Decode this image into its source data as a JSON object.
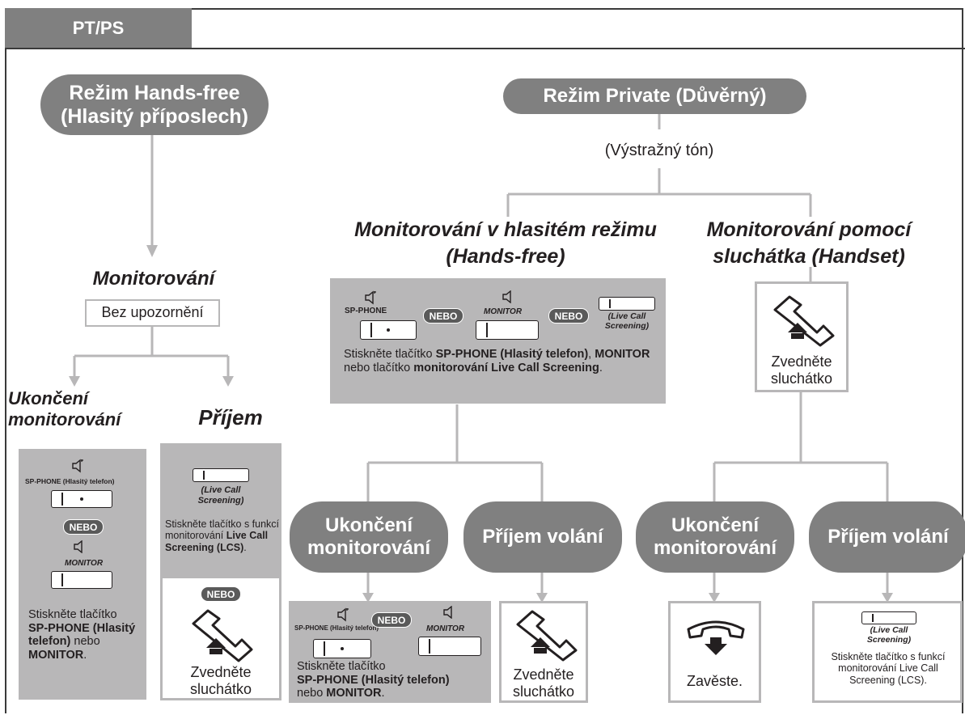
{
  "tab": "PT/PS",
  "left": {
    "mode_title": "Režim Hands-free (Hlasitý příposlech)",
    "monitor_title": "Monitorování",
    "no_alert": "Bez upozornění",
    "end_title": "Ukončení monitorování",
    "receive_title": "Příjem",
    "end_box": {
      "sp_phone_label": "SP-PHONE (Hlasitý telefon)",
      "nebo": "NEBO",
      "monitor_label": "MONITOR",
      "desc_1": "Stiskněte tlačítko",
      "desc_2": "SP-PHONE (Hlasitý telefon)",
      "desc_3": "nebo",
      "desc_4": "MONITOR",
      "desc_5": "."
    },
    "receive_box": {
      "lcs_label": "(Live Call Screening)",
      "desc_1": "Stiskněte tlačítko s funkcí monitorování",
      "desc_2": "Live Call Screening (LCS)",
      "desc_3": ".",
      "nebo": "NEBO",
      "lift": "Zvedněte sluchátko"
    }
  },
  "right": {
    "mode_title": "Režim Private (Důvěrný)",
    "warning": "(Výstražný tón)",
    "handsfree_title": "Monitorování v hlasitém režimu (Hands-free)",
    "handset_title": "Monitorování pomocí sluchátka (Handset)",
    "press_box": {
      "sp_phone_label": "SP-PHONE",
      "nebo1": "NEBO",
      "monitor_label": "MONITOR",
      "nebo2": "NEBO",
      "lcs_label": "(Live Call Screening)",
      "desc_1": "Stiskněte tlačítko",
      "desc_2": "SP-PHONE (Hlasitý telefon)",
      "desc_3": ",",
      "desc_4": "MONITOR",
      "desc_5": "nebo tlačítko",
      "desc_6": "monitorování Live Call Screening",
      "desc_7": "."
    },
    "lift_box": "Zvedněte sluchátko",
    "end1_title": "Ukončení monitorování",
    "recv1_title": "Příjem volání",
    "end2_title": "Ukončení monitorování",
    "recv2_title": "Příjem volání",
    "end1_box": {
      "sp_phone_label": "SP-PHONE (Hlasitý telefon)",
      "nebo": "NEBO",
      "monitor_label": "MONITOR",
      "desc_1": "Stiskněte tlačítko",
      "desc_2": "SP-PHONE (Hlasitý telefon)",
      "desc_3": "nebo",
      "desc_4": "MONITOR",
      "desc_5": "."
    },
    "recv1_box": "Zvedněte sluchátko",
    "end2_box": "Zavěste.",
    "recv2_box": {
      "lcs_label": "(Live Call Screening)",
      "desc": "Stiskněte tlačítko s funkcí monitorování Live Call Screening (LCS)."
    }
  },
  "colors": {
    "pill": "#808080",
    "box": "#b8b7b8",
    "line": "#b8b7b8",
    "nebo": "#5a5a5a"
  }
}
